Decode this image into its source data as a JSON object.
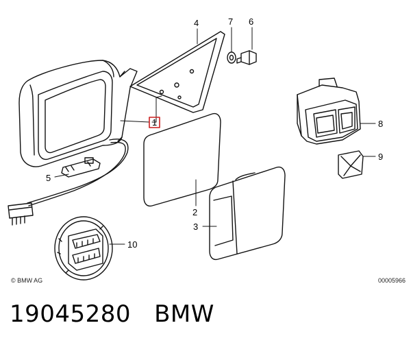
{
  "callouts": {
    "c1": "1",
    "c2": "2",
    "c3": "3",
    "c4": "4",
    "c5": "5",
    "c6": "6",
    "c7": "7",
    "c8": "8",
    "c9": "9",
    "c10": "10"
  },
  "copyright": "© BMW AG",
  "drawing_number": "00005966",
  "footer": {
    "part_number": "19045280",
    "brand": "BMW"
  },
  "colors": {
    "line": "#111111",
    "highlight_box": "#cc1f1f",
    "background": "#ffffff"
  }
}
